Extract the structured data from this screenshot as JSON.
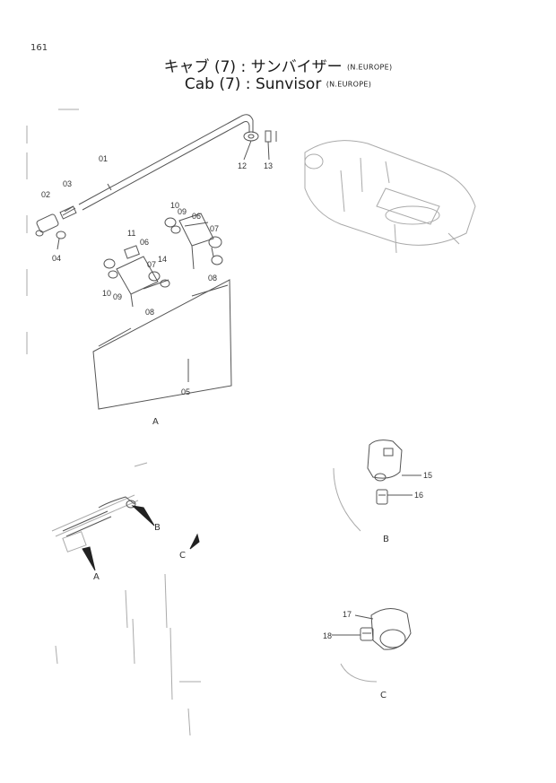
{
  "page_number": "161",
  "title_jp": "キャブ (7) : サンバイザー",
  "title_jp_suffix": "(N.EUROPE)",
  "title_en": "Cab (7) : Sunvisor",
  "title_en_suffix": "(N.EUROPE)",
  "callouts": {
    "c01": "01",
    "c02": "02",
    "c03": "03",
    "c04": "04",
    "c05": "05",
    "c06a": "06",
    "c06b": "06",
    "c07a": "07",
    "c07b": "07",
    "c08a": "08",
    "c08b": "08",
    "c09a": "09",
    "c09b": "09",
    "c10a": "10",
    "c10b": "10",
    "c11": "11",
    "c12": "12",
    "c13": "13",
    "c14": "14",
    "c15": "15",
    "c16": "16",
    "c17": "17",
    "c18": "18"
  },
  "view_labels": {
    "a_main": "A",
    "b_detail": "B",
    "c_detail": "C",
    "a_pointer": "A",
    "b_pointer": "B",
    "c_pointer": "C"
  },
  "colors": {
    "line": "#555555",
    "faint": "#aaaaaa",
    "ink": "#222222"
  }
}
